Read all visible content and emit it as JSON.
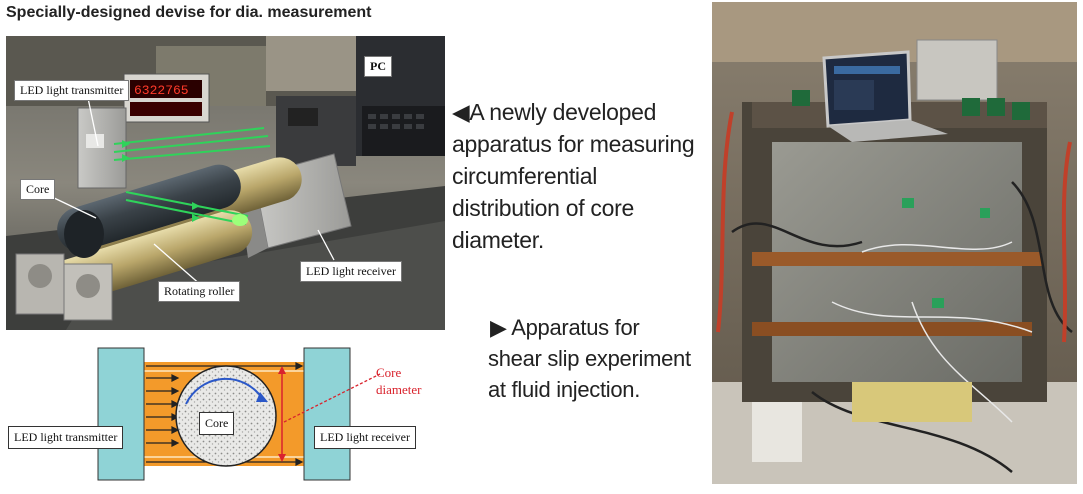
{
  "heading": "Specially-designed devise for dia. measurement",
  "photo1": {
    "labels": {
      "led_transmitter": "LED light transmitter",
      "pc": "PC",
      "core": "Core",
      "led_receiver": "LED light receiver",
      "rotating_roller": "Rotating roller"
    },
    "display_digits": "6322765"
  },
  "diagram": {
    "led_transmitter": "LED light transmitter",
    "led_receiver": "LED light receiver",
    "core": "Core",
    "core_diameter_line1": "Core",
    "core_diameter_line2": "diameter"
  },
  "caption_left": {
    "arrow": "◀",
    "lines": [
      "A newly developed",
      "apparatus for measuring",
      "circumferential",
      "distribution of core",
      "diameter."
    ]
  },
  "caption_right": {
    "arrow": "▶",
    "lines": [
      "Apparatus for",
      "shear slip experiment",
      "at fluid injection."
    ]
  },
  "colors": {
    "accent_red": "#d9232d",
    "beam_orange": "#f39a2a",
    "panel_teal": "#8fd3d6",
    "laser_green": "#2fd35a"
  }
}
